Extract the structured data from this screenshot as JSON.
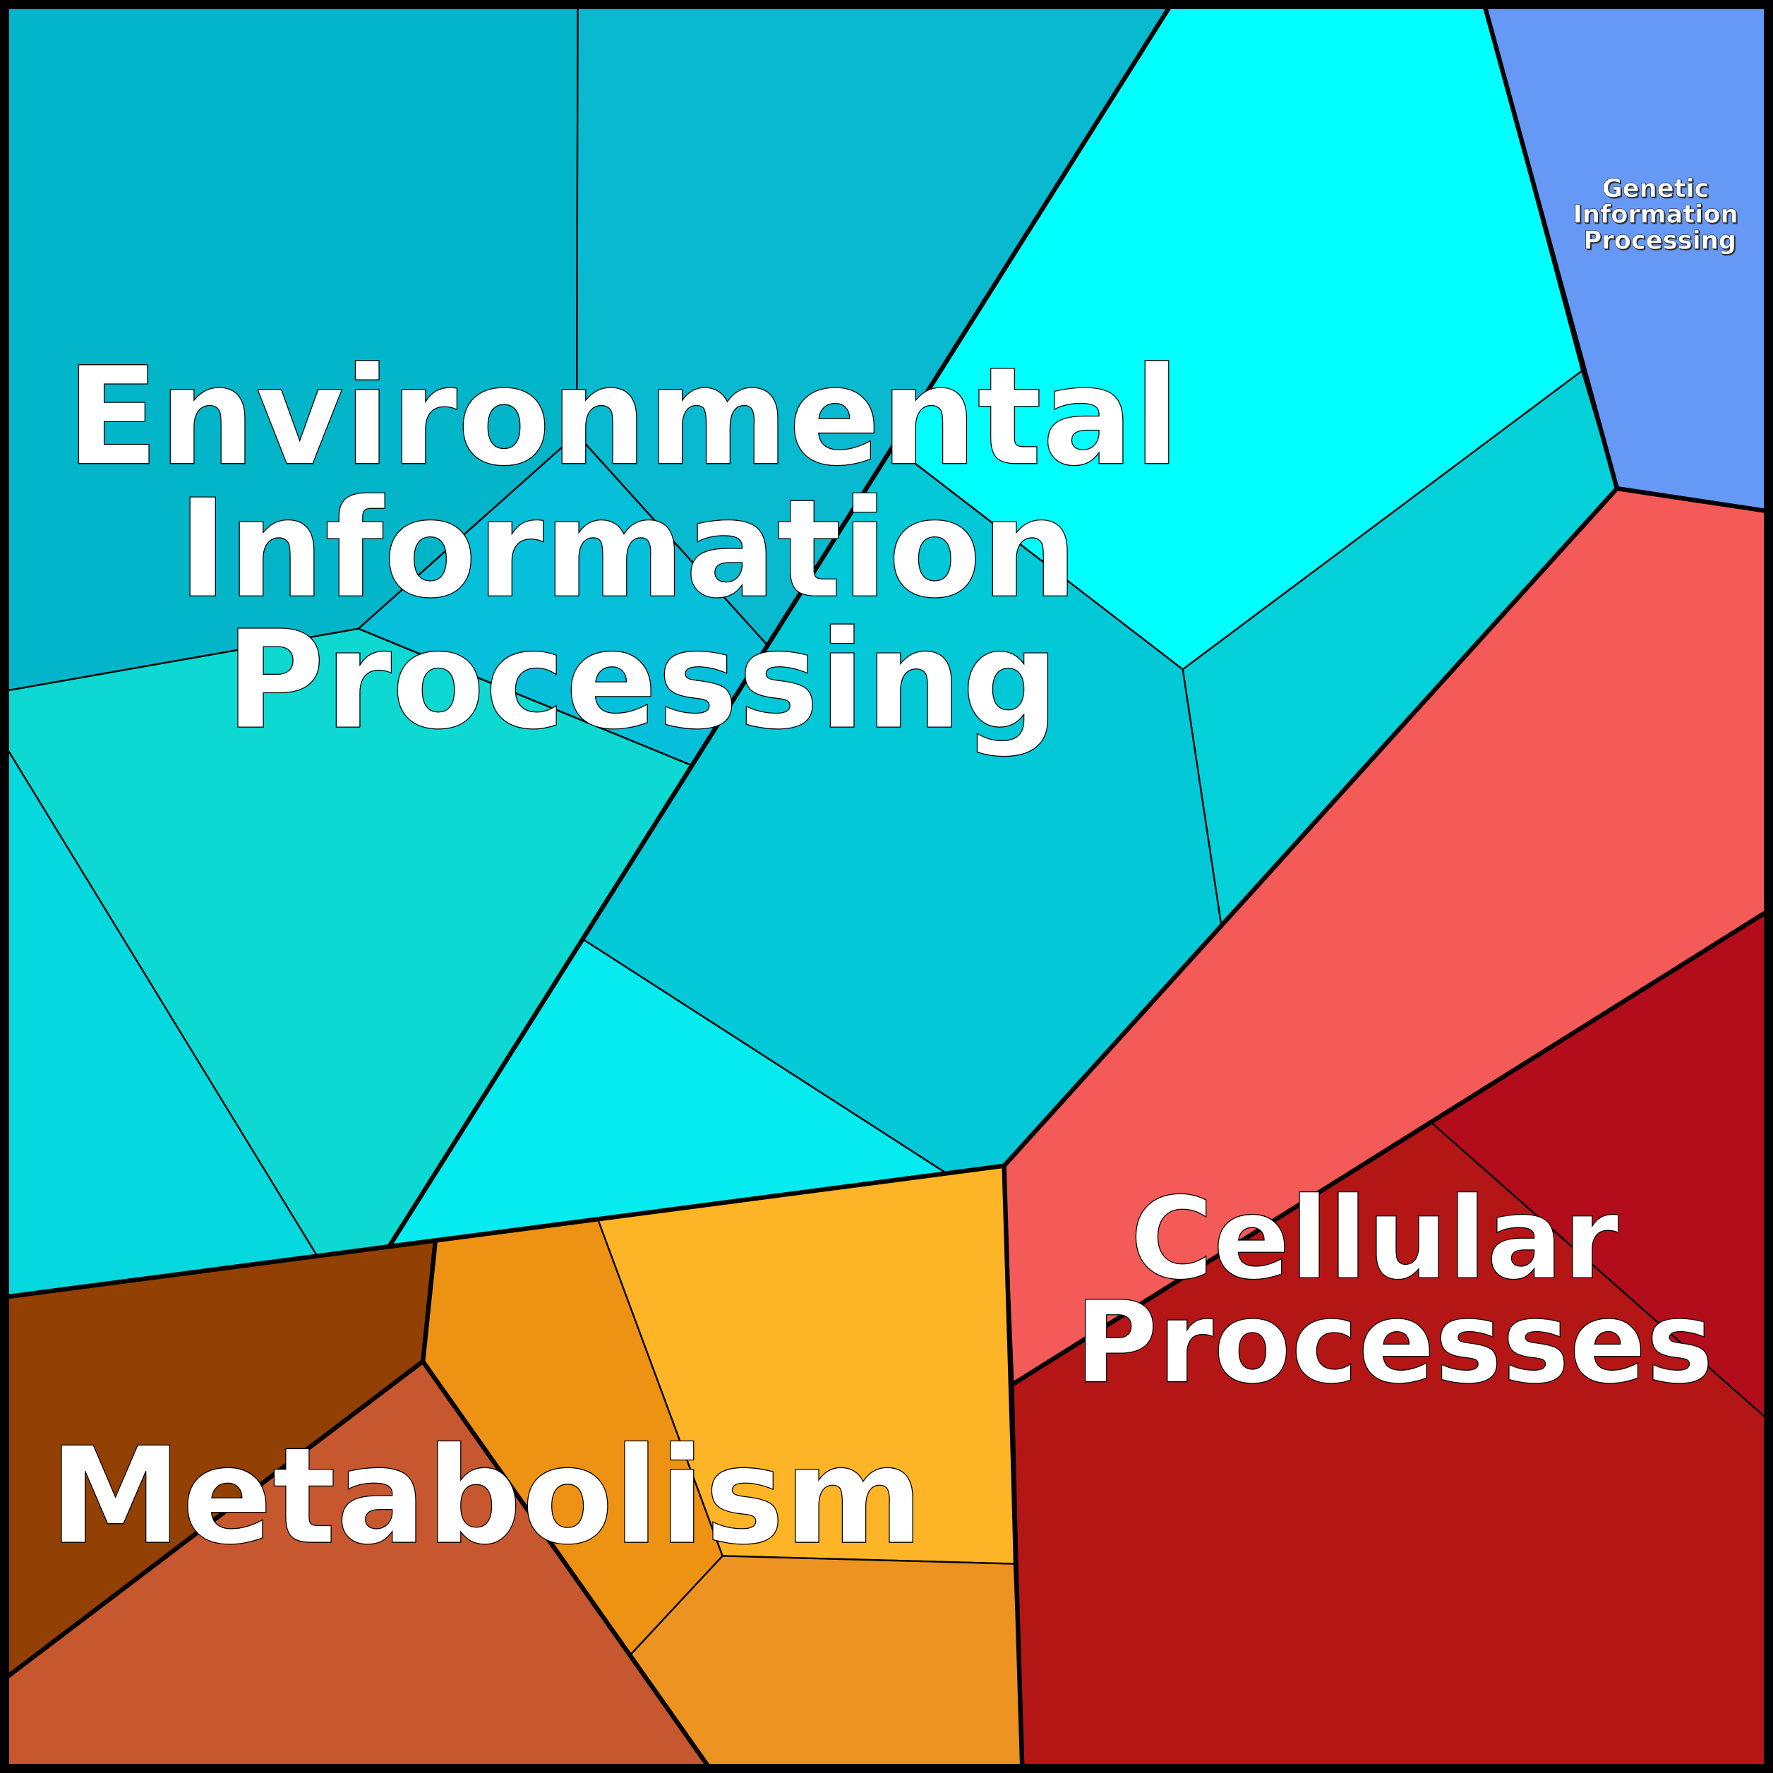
{
  "labels": {
    "environmental": [
      "Environmental",
      "Information",
      "Processing"
    ],
    "genetic": [
      "Genetic",
      "Information",
      "Processing"
    ],
    "cellular": [
      "Cellular",
      "Processes"
    ],
    "metabolism": "Metabolism"
  },
  "colors": {
    "env_a": "#03B5C9",
    "env_b": "#09B9CF",
    "env_c": "#00FFFF",
    "env_d": "#03D0D8",
    "env_e": "#03C8D8",
    "env_f": "#06C0DB",
    "env_g": "#0ED8D2",
    "env_h": "#06D8E0",
    "env_i": "#05EBF0",
    "genetic": "#6699F5",
    "cell_a": "#F45A57",
    "cell_b": "#B30C1A",
    "cell_c": "#B41616",
    "met_a": "#924003",
    "met_b": "#C7572E",
    "met_c": "#EE9214",
    "met_d": "#FDB426",
    "met_e": "#EC9322"
  }
}
